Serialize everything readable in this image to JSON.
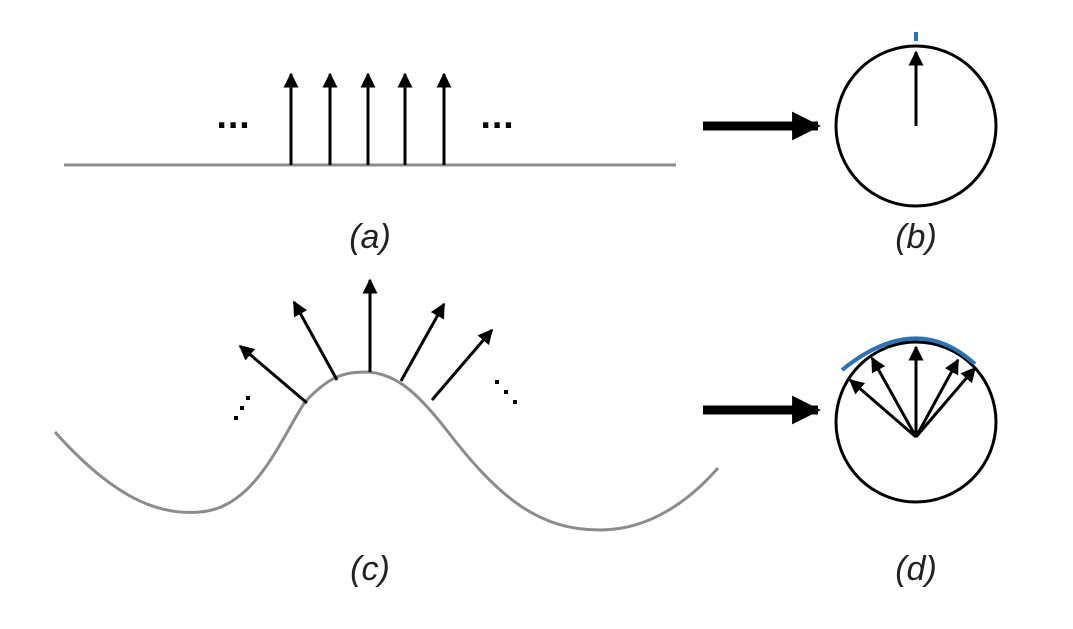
{
  "labels": {
    "a": "(a)",
    "b": "(b)",
    "c": "(c)",
    "d": "(d)"
  },
  "ellipsis": "...",
  "colors": {
    "surface": "#8c8c8c",
    "arrow": "#000000",
    "arc": "#2f72b4"
  }
}
